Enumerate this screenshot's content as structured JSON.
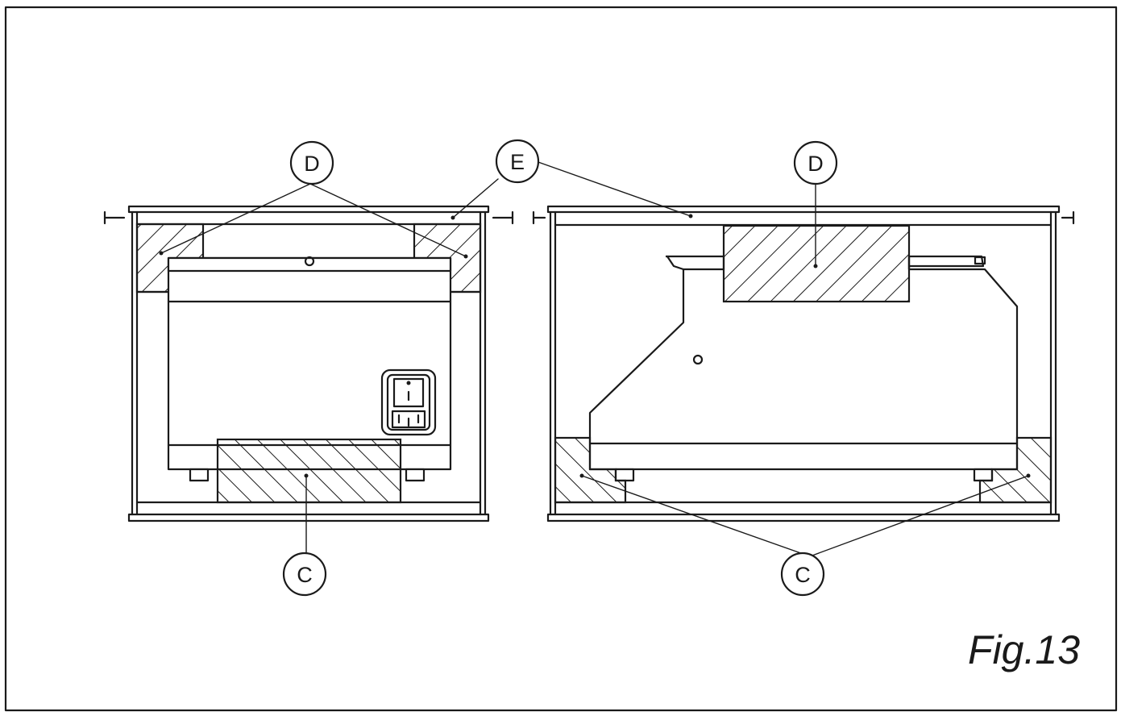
{
  "figure": {
    "caption": "Fig.13",
    "callouts": {
      "D": "D",
      "E": "E",
      "C": "C"
    }
  }
}
